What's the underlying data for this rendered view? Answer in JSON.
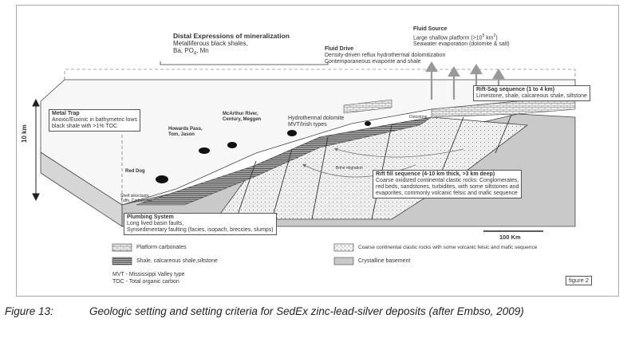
{
  "figure": {
    "distal": {
      "title": "Distal Expressions of mineralization",
      "line1": "Metalliferous black shales,",
      "line2": "Ba, PO",
      "sub": "4",
      "line2b": ", Mn"
    },
    "fluid_source": {
      "title": "Fluid Source",
      "line1": "Large shallow platform (>10",
      "sup1": "5",
      "line1b": " km",
      "sup2": "2",
      "line1c": ")",
      "line2": "Seawater evaporation (dolomite & salt)"
    },
    "fluid_drive": {
      "title": "Fluid Drive",
      "line1": "Density-driven reflux hydrothermal dolomitization",
      "line2": "Contemporaneous evaporite and shale"
    },
    "rift_sag": {
      "title": "Rift-Sag sequence (1 to 4 km)",
      "line1": "Limestone, shale, calcareous shale, siltstone"
    },
    "metal_trap": {
      "title": "Metal Trap",
      "line1": "Anoxic/Euxinic in bathymetric lows",
      "line2": "black shale with >1% TOC"
    },
    "rift_fill": {
      "title": "Rift fill sequence (4-10 km thick, >3 km deep)",
      "line1": "Coarse oxidized continental clastic rocks: Conglomerates,",
      "line2": "red beds, sandstones, turbidites, with some siltstones and",
      "line3": "evaporites, commonly volcanic felsic and mafic sequence"
    },
    "plumbing": {
      "title": "Plumbing System",
      "line1": "Long lived basin faults,",
      "line2": "Synsedimentary faulting (facies, isopach, breccies, slumps)"
    },
    "place_labels": {
      "mcarthur": "McArthur River,",
      "mcarthur2": "Century, Meggen",
      "howards": "Howards Pass,",
      "howards2": "Tom, Jason",
      "reddog": "Red Dog",
      "hydro": "Hydrothermal dolomite",
      "hydro2": "MVT/Irish types",
      "dolostone": "Dolostone",
      "brine": "Brine migration",
      "shelf": "Shelf siliciclastic",
      "shelf2": "Tuffs, Carbonates"
    },
    "scale": {
      "vertical": "10 km",
      "horizontal": "100 Km"
    },
    "legend": {
      "platform": "Platform carbonates",
      "shale": "Shale, calcareous shale,siltstone",
      "coarse": "Coarse continental clastic rocks with some volcanic felsic and mafic sequence",
      "crystalline": "Crystalline basement",
      "mvt": "MVT - Mississippi Valley type",
      "toc": "TOC - Total organic carbon"
    },
    "badge": "figure 2"
  },
  "caption": {
    "number": "Figure 13:",
    "text": "Geologic setting and setting criteria for SedEx zinc-lead-silver deposits (after Embso, 2009)"
  },
  "colors": {
    "basement": "#c9c9c9",
    "shale": "#6b6b6b",
    "platform": "#e8e8e8",
    "outline": "#444444"
  }
}
